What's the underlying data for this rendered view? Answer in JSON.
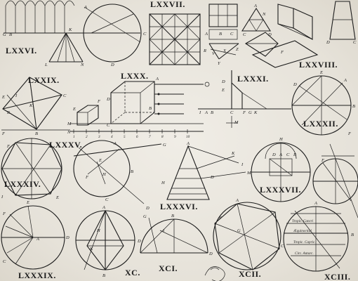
{
  "plate_numbers": {
    "p76": "LXXVI.",
    "p77": "LXXVII.",
    "p78": "LXXVIII.",
    "p79": "LXXIX.",
    "p80": "LXXX.",
    "p81": "LXXXI.",
    "p82": "LXXXII.",
    "p85": "LXXXV.",
    "p86": "LXXXVI.",
    "p87": "LXXXVII.",
    "p88": "LXXXIV.",
    "p89": "LXXXIX.",
    "p90": "XC.",
    "p91": "XCI.",
    "p92": "XCII.",
    "p93": "XCIII."
  },
  "sphere_inscriptions": {
    "line1": "Tropic. Cancri",
    "line2": "Æquinoctial",
    "line3": "Tropic. Capric.",
    "line4": "Circ. Antarc."
  },
  "scale_ticks": [
    "1",
    "2",
    "3",
    "4",
    "5",
    "6",
    "7",
    "8",
    "9",
    "10"
  ],
  "letters": {
    "A": "A",
    "B": "B",
    "C": "C",
    "D": "D",
    "E": "E",
    "F": "F",
    "G": "G",
    "H": "H",
    "I": "I",
    "K": "K",
    "L": "L",
    "M": "M",
    "N": "N",
    "O": "O",
    "P": "P",
    "Q": "Q",
    "R": "R",
    "S": "S",
    "T": "T",
    "V": "V",
    "X": "X",
    "Y": "Y",
    "Z": "Z"
  }
}
